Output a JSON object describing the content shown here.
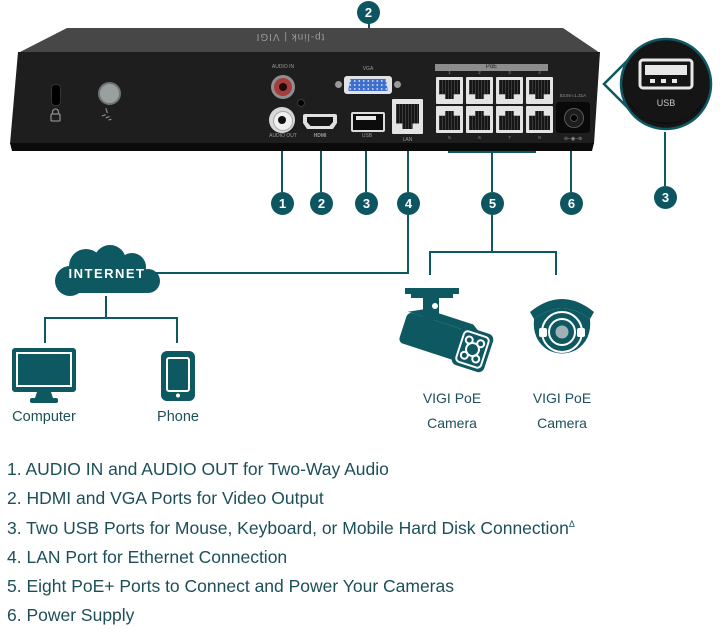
{
  "colors": {
    "teal_accent": "#0E5862",
    "text_teal": "#1D4F59",
    "vga_blue": "#3F6FCA",
    "rca_red": "#A83C3C",
    "device_black": "#1E1E1E"
  },
  "device": {
    "logo": "tp-link | VIGI",
    "port_labels": {
      "audio_in": "AUDIO IN",
      "audio_out": "AUDIO OUT",
      "vga": "VGA",
      "hdmi": "HDMI",
      "usb": "USB",
      "lan": "LAN",
      "poe": "PoE",
      "power_rating": "53.5V=1.31A",
      "polarity": "⊖–◉–⊕"
    },
    "poe_numbers": [
      "1",
      "2",
      "3",
      "4",
      "5",
      "6",
      "7",
      "8"
    ]
  },
  "callouts": {
    "vga_top": "2",
    "audio": "1",
    "hdmi": "2",
    "usb_rear": "3",
    "lan": "4",
    "poe": "5",
    "power": "6",
    "usb_front": "3"
  },
  "magnifier": {
    "usb_label": "USB"
  },
  "network": {
    "internet": "INTERNET",
    "computer": "Computer",
    "phone": "Phone"
  },
  "cameras": {
    "bullet": {
      "line1": "VIGI PoE",
      "line2": "Camera"
    },
    "dome": {
      "line1": "VIGI PoE",
      "line2": "Camera"
    }
  },
  "notes": [
    {
      "text": "1. AUDIO IN and AUDIO OUT for Two-Way Audio"
    },
    {
      "text": "2. HDMI and VGA Ports for Video Output"
    },
    {
      "text": "3. Two USB Ports for Mouse, Keyboard, or Mobile Hard Disk Connection",
      "sup": "Δ"
    },
    {
      "text": "4. LAN Port for Ethernet Connection"
    },
    {
      "text": "5. Eight PoE+ Ports to Connect and Power Your Cameras"
    },
    {
      "text": "6. Power Supply"
    }
  ]
}
